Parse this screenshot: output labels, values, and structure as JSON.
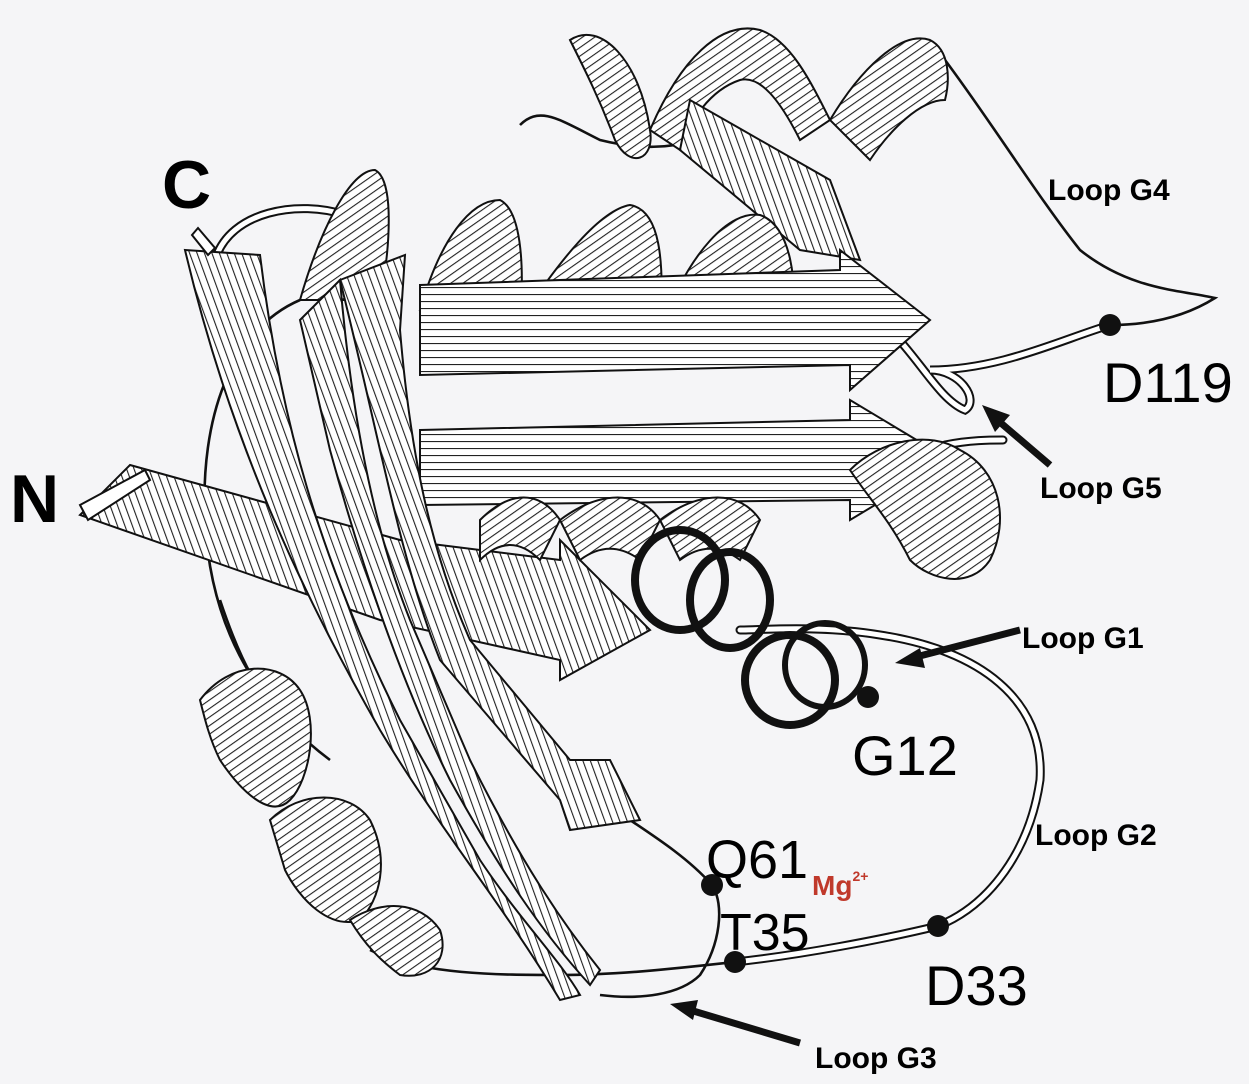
{
  "terminus_labels": {
    "c_terminus": "C",
    "n_terminus": "N"
  },
  "loop_labels": {
    "g1": "Loop G1",
    "g2": "Loop G2",
    "g3": "Loop G3",
    "g4": "Loop G4",
    "g5": "Loop G5"
  },
  "residue_labels": {
    "d119": "D119",
    "g12": "G12",
    "q61": "Q61",
    "t35": "T35",
    "d33": "D33"
  },
  "ion_label": {
    "symbol": "Mg",
    "charge": "2+"
  },
  "colors": {
    "background": "#f5f5f7",
    "ribbon_outline": "#111111",
    "ion_label": "#c0392b"
  }
}
